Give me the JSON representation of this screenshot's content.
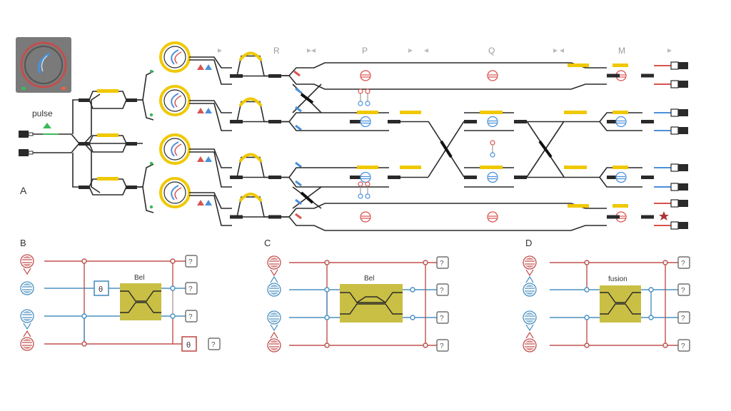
{
  "panel_a": {
    "label": "A",
    "pulse_label": "pulse",
    "stage_labels": [
      "R",
      "P",
      "Q",
      "M"
    ]
  },
  "panel_b": {
    "label": "B",
    "box_label": "Bel",
    "theta_label": "θ",
    "out_label": "?"
  },
  "panel_c": {
    "label": "C",
    "box_label": "Bel",
    "out_label": "?"
  },
  "panel_d": {
    "label": "D",
    "box_label": "fusion",
    "out_label": "?"
  },
  "colors": {
    "waveguide": "#2a2a2a",
    "heater": "#f0c800",
    "ring": "#f0c800",
    "red_mode": "#d9534f",
    "blue_mode": "#4a90d9",
    "pump": "#3cb85c",
    "box_fill": "#c9bf45",
    "photo": "#7a7a7a",
    "red_line": "#c0504d",
    "blue_line": "#4a90c0"
  }
}
